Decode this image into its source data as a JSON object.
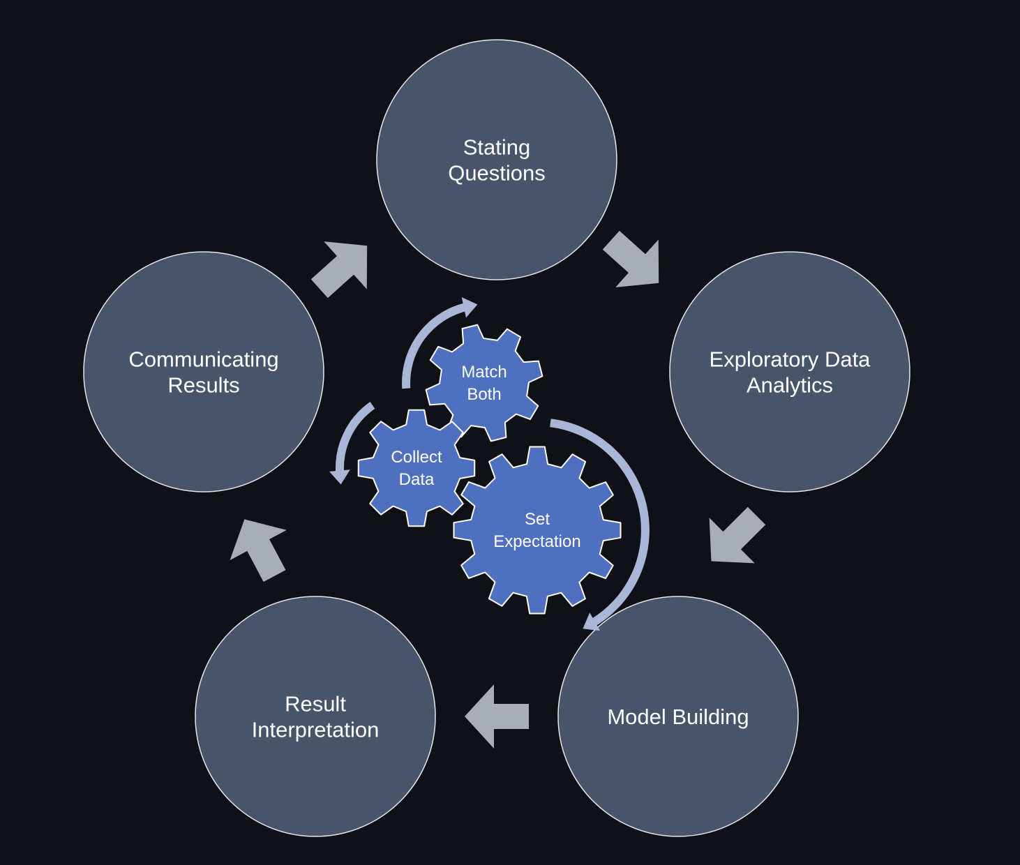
{
  "colors": {
    "background": "#0f1116",
    "stage_fill": "#48546a",
    "stage_stroke": "#e6e8ee",
    "arrow_fill": "#a9adb4",
    "gear_fill": "#4f6fbf",
    "gear_stroke": "#ffffff",
    "curved_arrow": "#aab6d8"
  },
  "cycle": {
    "stages": [
      {
        "id": "stating-questions",
        "lines": [
          "Stating",
          "Questions"
        ]
      },
      {
        "id": "exploratory-data-analytics",
        "lines": [
          "Exploratory Data",
          "Analytics"
        ]
      },
      {
        "id": "model-building",
        "lines": [
          "Model Building"
        ]
      },
      {
        "id": "result-interpretation",
        "lines": [
          "Result",
          "Interpretation"
        ]
      },
      {
        "id": "communicating-results",
        "lines": [
          "Communicating",
          "Results"
        ]
      }
    ],
    "arrow_icon": "block-arrow-icon"
  },
  "gears": [
    {
      "id": "match-both",
      "lines": [
        "Match",
        "Both"
      ]
    },
    {
      "id": "collect-data",
      "lines": [
        "Collect",
        "Data"
      ]
    },
    {
      "id": "set-expectation",
      "lines": [
        "Set",
        "Expectation"
      ]
    }
  ],
  "curved_arrow_icon": "curved-arrow-icon"
}
